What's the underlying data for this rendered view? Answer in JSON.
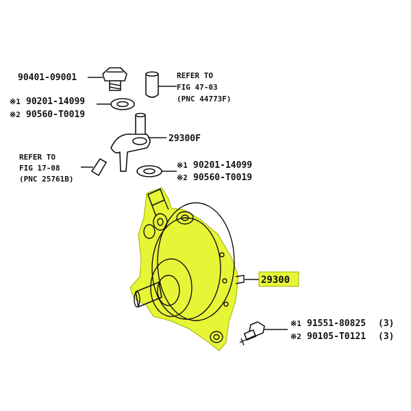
{
  "colors": {
    "highlight": "#e6f536",
    "line": "#111111",
    "background": "#ffffff"
  },
  "labels": {
    "bolt_top": "90401-09001",
    "refer_top_line1": "REFER TO",
    "refer_top_line2": "FIG 47-03",
    "refer_top_line3": "(PNC 44773F)",
    "gasket_top_1_mark": "※1",
    "gasket_top_1": "90201-14099",
    "gasket_top_2_mark": "※2",
    "gasket_top_2": "90560-T0019",
    "union": "29300F",
    "refer_left_line1": "REFER TO",
    "refer_left_line2": "FIG 17-08",
    "refer_left_line3": "(PNC 25761B)",
    "gasket_mid_1_mark": "※1",
    "gasket_mid_1": "90201-14099",
    "gasket_mid_2_mark": "※2",
    "gasket_mid_2": "90560-T0019",
    "pump": "29300",
    "bolt_low_1_mark": "※1",
    "bolt_low_1": "91551-80825",
    "bolt_low_1_qty": "(3)",
    "bolt_low_2_mark": "※2",
    "bolt_low_2": "90105-T0121",
    "bolt_low_2_qty": "(3)"
  }
}
